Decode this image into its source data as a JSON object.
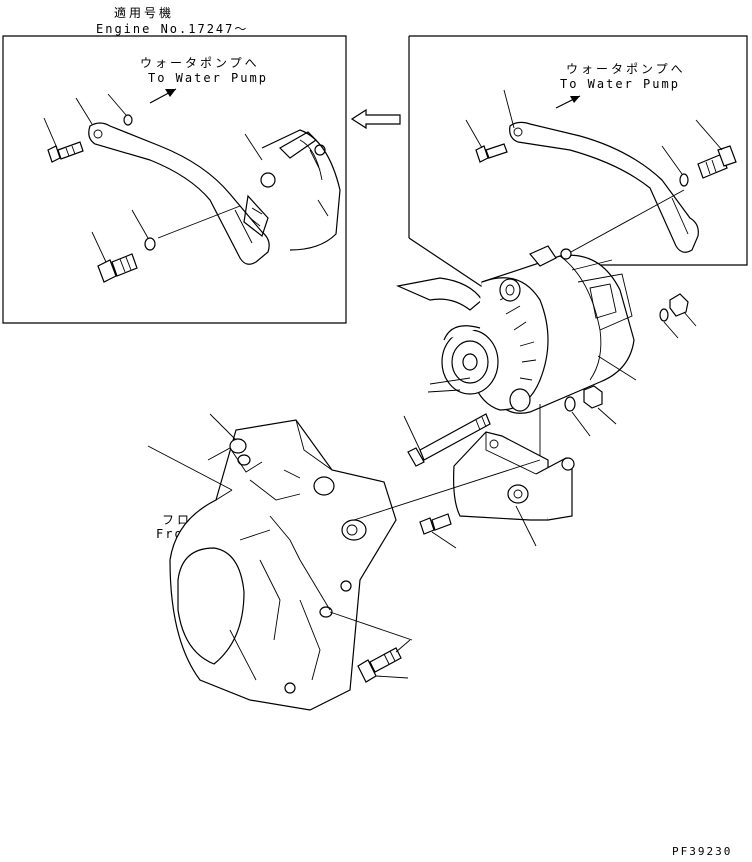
{
  "header": {
    "applicable_jp": "適用号機",
    "engine_no": "Engine No.17247～"
  },
  "detail_left": {
    "direction_jp": "ウォータポンプへ",
    "direction_en": "To Water Pump"
  },
  "detail_right": {
    "direction_jp": "ウォータポンプへ",
    "direction_en": "To Water Pump"
  },
  "main": {
    "front_cover_jp": "フロントカバー",
    "front_cover_en": "Front Cover"
  },
  "footer": {
    "drawing_code": "PF39230"
  },
  "icons": [
    "replacement-arrow-icon",
    "direction-arrow-icon"
  ]
}
